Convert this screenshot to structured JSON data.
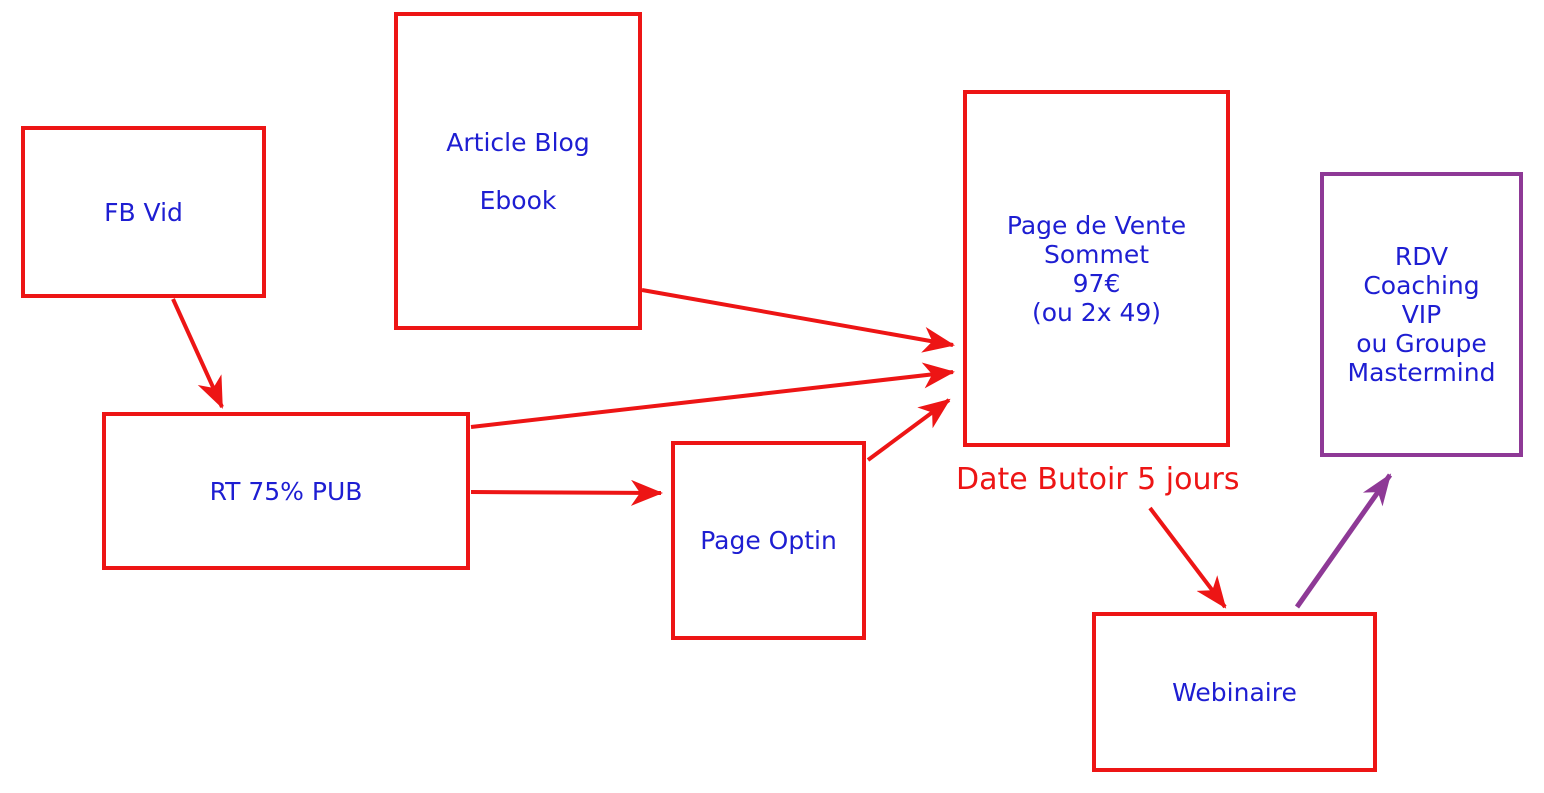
{
  "colors": {
    "box_border_red": "#ed1515",
    "box_border_purple": "#8e3996",
    "label_blue": "#1e1ed2",
    "annotation_red": "#ed1515",
    "background": "#ffffff"
  },
  "nodes": {
    "fb_vid": {
      "label": "FB Vid"
    },
    "article_ebook": {
      "label": "Article Blog\n\nEbook"
    },
    "rt_pub": {
      "label": "RT 75% PUB"
    },
    "page_optin": {
      "label": "Page Optin"
    },
    "page_vente": {
      "label": "Page de Vente\nSommet\n97€\n(ou 2x 49)"
    },
    "webinaire": {
      "label": "Webinaire"
    },
    "rdv_coaching": {
      "label": "RDV\nCoaching\nVIP\nou Groupe\nMastermind"
    }
  },
  "annotations": {
    "date_butoir": "Date Butoir 5 jours"
  },
  "edges": [
    {
      "from": "fb_vid",
      "to": "rt_pub",
      "color": "#ed1515"
    },
    {
      "from": "article_ebook",
      "to": "page_vente",
      "color": "#ed1515"
    },
    {
      "from": "rt_pub",
      "to": "page_vente",
      "color": "#ed1515"
    },
    {
      "from": "page_optin",
      "to": "page_vente",
      "color": "#ed1515"
    },
    {
      "from": "rt_pub",
      "to": "page_optin",
      "color": "#ed1515"
    },
    {
      "from": "page_vente_date_butoir",
      "to": "webinaire",
      "color": "#ed1515"
    },
    {
      "from": "webinaire",
      "to": "rdv_coaching",
      "color": "#8e3996"
    }
  ]
}
